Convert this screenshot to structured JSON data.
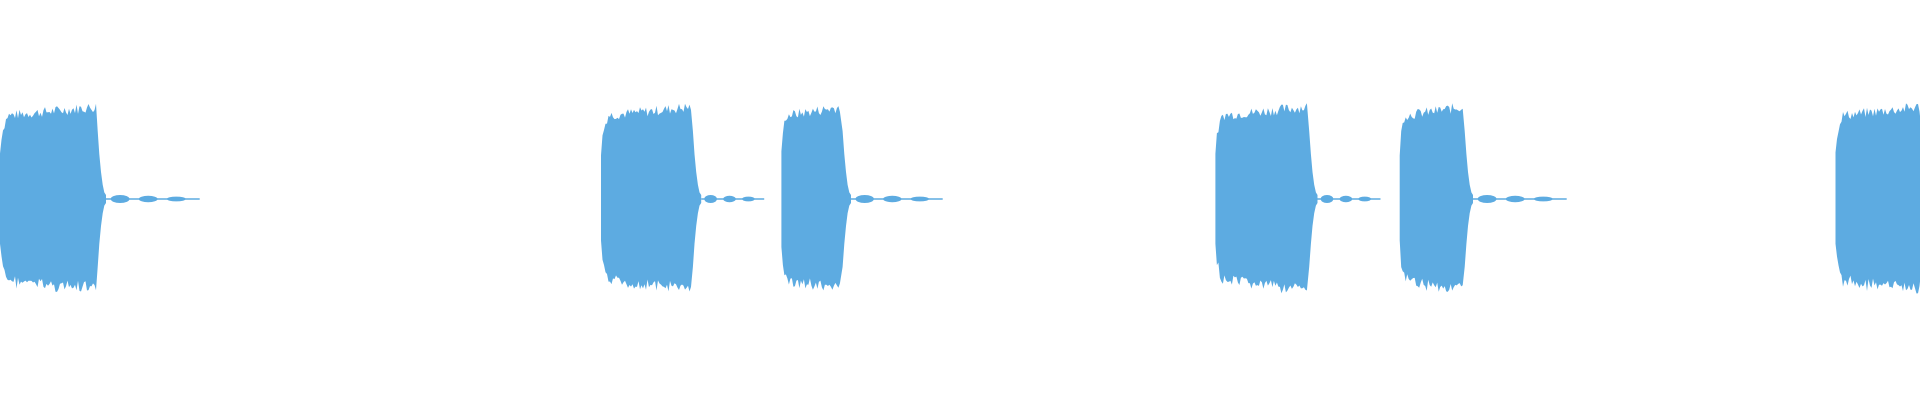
{
  "waveform": {
    "color": "#5dabe1",
    "background": "#ffffff",
    "segments": [
      {
        "start": 0.0,
        "end": 0.05,
        "tail_end": 0.104
      },
      {
        "start": 0.313,
        "end": 0.36,
        "tail_end": 0.398
      },
      {
        "start": 0.407,
        "end": 0.438,
        "tail_end": 0.491
      },
      {
        "start": 0.633,
        "end": 0.681,
        "tail_end": 0.719
      },
      {
        "start": 0.729,
        "end": 0.762,
        "tail_end": 0.816
      },
      {
        "start": 0.956,
        "end": 1.0,
        "tail_end": 1.0
      }
    ]
  }
}
